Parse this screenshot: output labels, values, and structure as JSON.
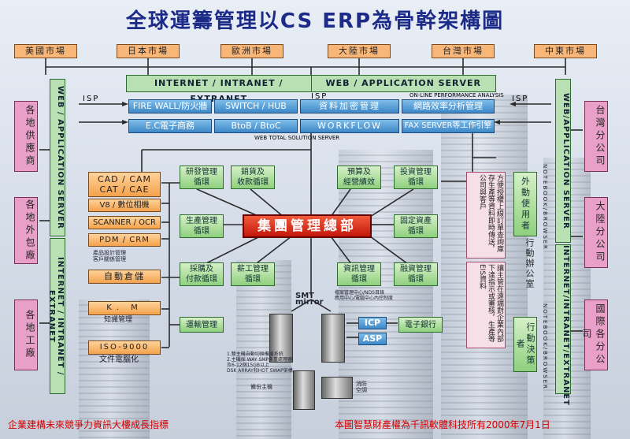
{
  "title": "全球運籌管理以CS  ERP為骨幹架構圖",
  "markets": [
    "美國市場",
    "日本市場",
    "歐洲市場",
    "大陸市場",
    "台灣市場",
    "中東市場"
  ],
  "top_bar": {
    "left": "INTERNET / INTRANET / EXTRANET",
    "right": "WEB / APPLICATION SERVER"
  },
  "isp_labels": [
    "ISP",
    "ISP",
    "ISP"
  ],
  "perf_label": "ON-LINE PERFORMANCE ANALYSIS",
  "blue_row1": [
    "FIRE WALL/防火牆",
    "SWITCH / HUB",
    "資料加密管理",
    "網路效率分析管理"
  ],
  "blue_row2": [
    "E.C電子商務",
    "BtoB / BtoC",
    "WORKFLOW",
    "FAX SERVER等工作引擎"
  ],
  "web_total": "WEB TOTAL SOLUTION SERVER",
  "left_vbar1": "WEB / APPLICATION SERVER",
  "left_vbar2": "INTERNET / INTRANET / EXTRANET",
  "right_vbar1": "WEB/APPLICATION SERVER",
  "right_vbar2": "INTERNET/INTRANET/EXTRANET",
  "left_pink": [
    "各地供應商",
    "各地外包廠",
    "各地工廠"
  ],
  "right_pink": [
    "台灣分公司",
    "大陸分公司",
    "國際各分公司"
  ],
  "orange_boxes": {
    "cad": "CAD / CAM\nCAT / CAE",
    "v8": "V8 / 數位相機",
    "scanner": "SCANNER / OCR",
    "pdm": "PDM / CRM",
    "auto": "自動倉儲",
    "km": "K. M",
    "iso": "ISO-9000"
  },
  "notes": {
    "product": "產品設計管理\n客戶關係管理",
    "km": "知識管理",
    "iso": "文件電腦化",
    "mirror": "SMT\nmirror",
    "nds": "檔案管理中心/NDS目錄\n應用中心/電腦中心內控制度",
    "server_spec": "1.雙主機自動切換備援系統\n2.主機採 WAY SMP多重處理器\n  及6-12個15GB以上\nDSK ARRAY和HOT SWAP架構",
    "backup": "備份主機",
    "ups": "消防\n空調",
    "perf_box": "方便授權上線訂單查詢庫存生產等資料即時傳送，公司與客戶",
    "remote_box": "讓主管在遠端對企業內部下達指示或審核，生產等EIS資料"
  },
  "center": "集團管理總部",
  "modules": {
    "rd": "研發管理\n循環",
    "sales": "銷貨及\n收款循環",
    "budget": "預算及\n經營績效",
    "invest": "投資管理\n循環",
    "prod": "生產管理\n循環",
    "asset": "固定資產\n循環",
    "purchase": "採購及\n付款循環",
    "payroll": "薪工管理\n循環",
    "it": "資訊管理\n循環",
    "finance": "融資管理\n循環",
    "transport": "運輸管理",
    "ebank": "電子銀行",
    "icp": "ICP",
    "asp": "ASP"
  },
  "right_side": {
    "mobile": "外動使用者",
    "notebook": "NOTEBOOK/BROWSER",
    "office": "行動辦公室",
    "decision": "行動決策者"
  },
  "footer_left": "企業建構未來競爭力資訊大樓成長指標",
  "footer_right": "本圖智慧財產權為千訊軟體科技所有2000年7月1日"
}
